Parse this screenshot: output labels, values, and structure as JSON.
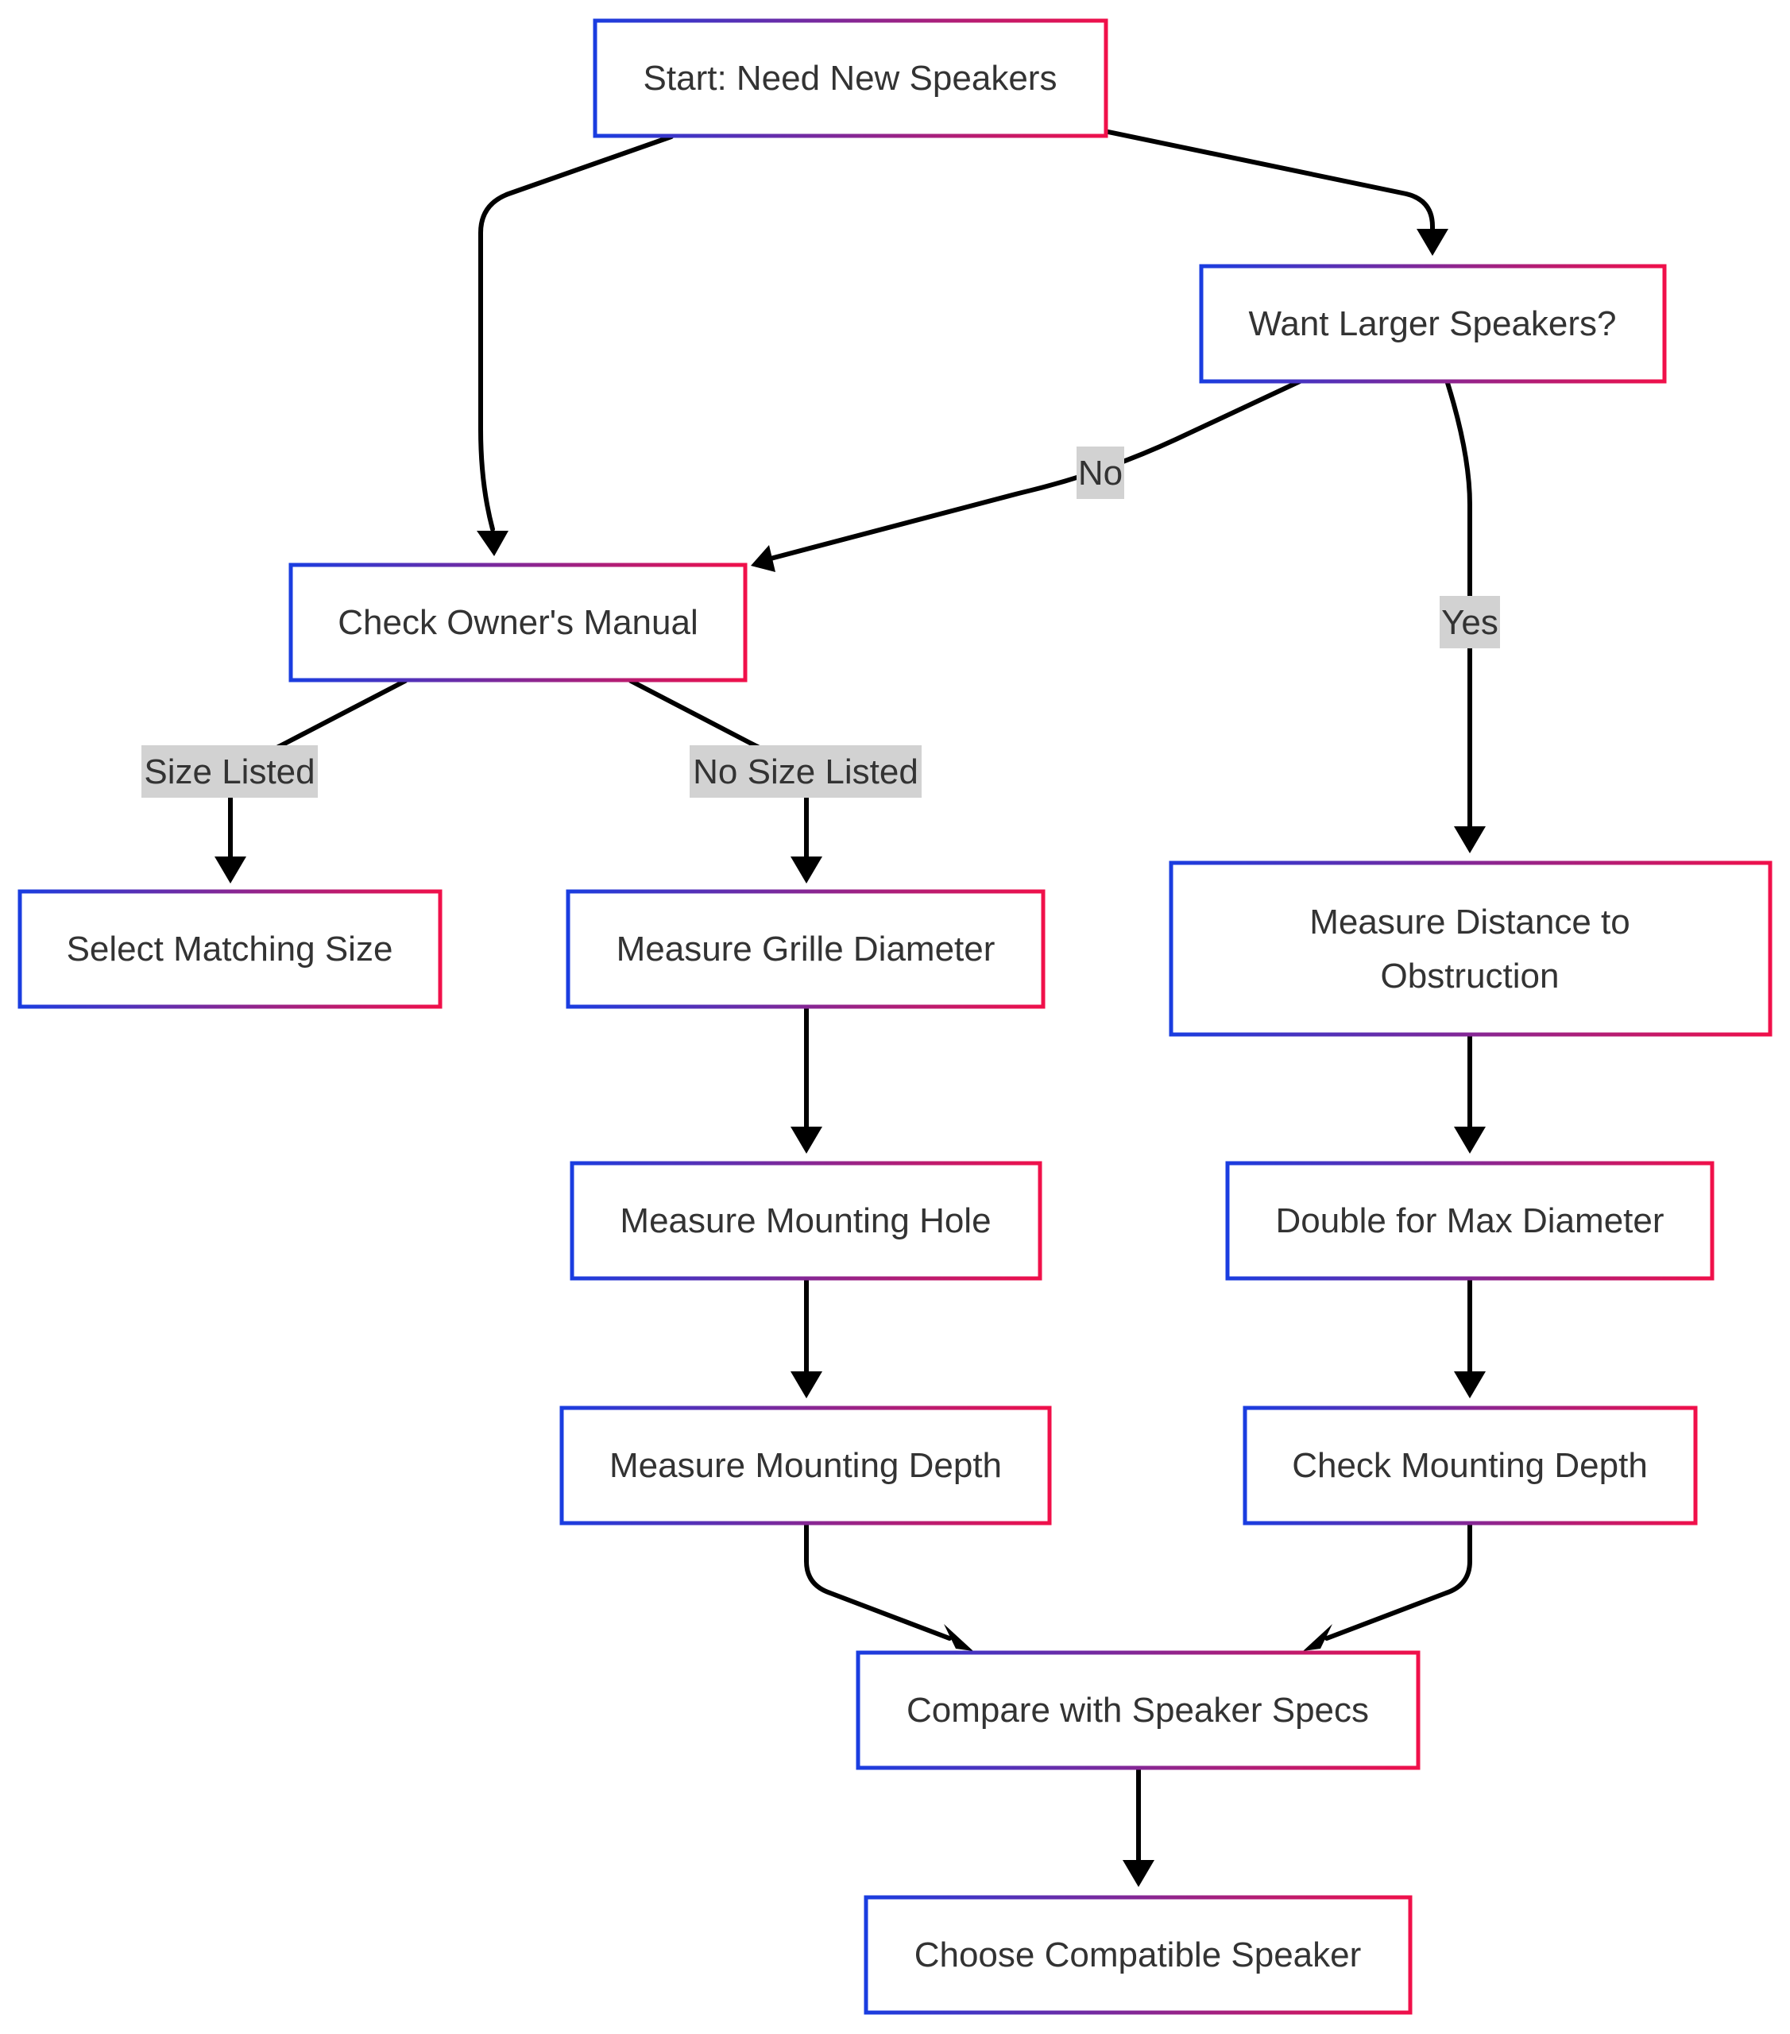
{
  "colors": {
    "node_gradient_start": "#1a3de0",
    "node_gradient_end": "#f0104a",
    "edge": "#000000",
    "label_bg": "#d2d2d2",
    "text": "#333333"
  },
  "nodes": {
    "start": "Start: Need New Speakers",
    "want_larger": "Want Larger Speakers?",
    "check_manual": "Check Owner's Manual",
    "select_matching": "Select Matching Size",
    "measure_grille": "Measure Grille Diameter",
    "measure_distance_line1": "Measure Distance to",
    "measure_distance_line2": "Obstruction",
    "measure_hole": "Measure Mounting Hole",
    "double_max": "Double for Max Diameter",
    "measure_depth": "Measure Mounting Depth",
    "check_depth": "Check Mounting Depth",
    "compare_specs": "Compare with Speaker Specs",
    "choose_speaker": "Choose Compatible Speaker"
  },
  "edge_labels": {
    "no": "No",
    "yes": "Yes",
    "size_listed": "Size Listed",
    "no_size_listed": "No Size Listed"
  }
}
